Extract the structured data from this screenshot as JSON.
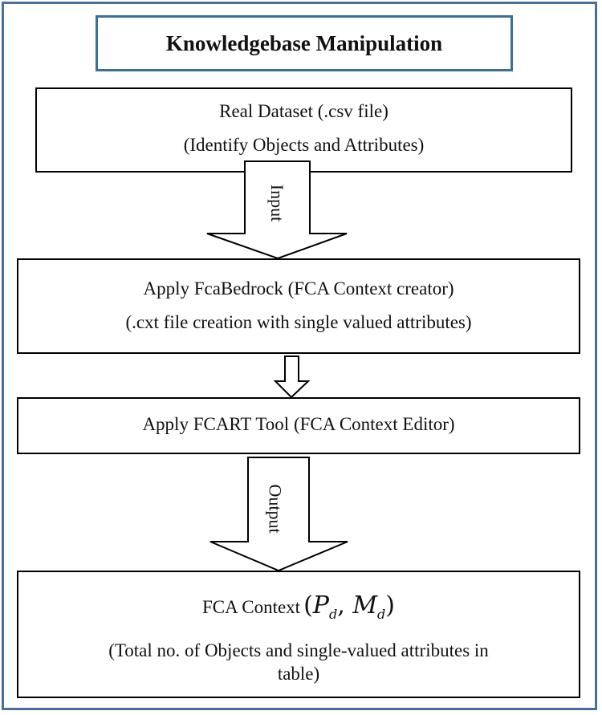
{
  "title": "Knowledgebase Manipulation",
  "boxes": [
    {
      "line1": "Real Dataset (.csv file)",
      "line2": "(Identify Objects and Attributes)"
    },
    {
      "line1": "Apply FcaBedrock (FCA Context creator)",
      "line2": "(.cxt file creation with single valued attributes)"
    },
    {
      "line1": "Apply FCART Tool (FCA Context Editor)"
    },
    {
      "line1": "FCA Context",
      "line2": "(Total no. of Objects and single-valued attributes in",
      "line3": "table)"
    }
  ],
  "math": {
    "open": "(",
    "p": "P",
    "p_sub": "d",
    "comma": ",",
    "m": "M",
    "m_sub": "d",
    "close": ")"
  },
  "arrows": [
    {
      "label": "Input"
    },
    {
      "label": ""
    },
    {
      "label": "Output"
    }
  ]
}
